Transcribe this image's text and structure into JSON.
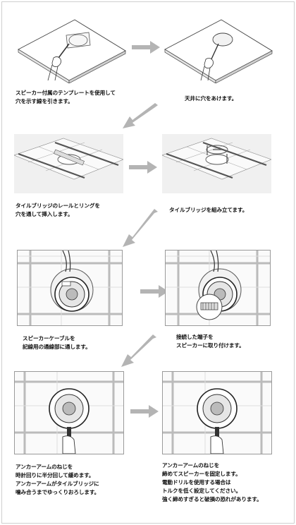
{
  "steps": [
    {
      "id": 1,
      "lines": [
        "スピーカー付属のテンプレートを使用して",
        "穴を示す線を引きます。"
      ]
    },
    {
      "id": 2,
      "lines": [
        "天井に穴をあけます。"
      ]
    },
    {
      "id": 3,
      "lines": [
        "タイルブリッジのレールとリングを",
        "穴を通して挿入します。"
      ]
    },
    {
      "id": 4,
      "lines": [
        "タイルブリッジを組み立てます。"
      ]
    },
    {
      "id": 5,
      "lines": [
        "スピーカーケーブルを",
        "記線用の通線部に通します。"
      ]
    },
    {
      "id": 6,
      "lines": [
        "接続した端子を",
        "スピーカーに取り付けます。"
      ]
    },
    {
      "id": 7,
      "lines": [
        "アンカーアームのねじを",
        "時計回りに半分回して緩めます。",
        "アンカーアームがタイルブリッジに",
        "噛み合うまでゆっくりおろします。"
      ]
    },
    {
      "id": 8,
      "lines": [
        "アンカーアームのねじを",
        "締めてスピーカーを固定します。",
        "電動ドリルを使用する場合は",
        "トルクを低く設定してください。",
        "強く締めすぎると破損の恐れがあります。"
      ]
    }
  ],
  "colors": {
    "arrow": "#b4b4b4",
    "line": "#444444",
    "panel_bg": "#f0f0f0",
    "border": "#9a9a9a"
  }
}
